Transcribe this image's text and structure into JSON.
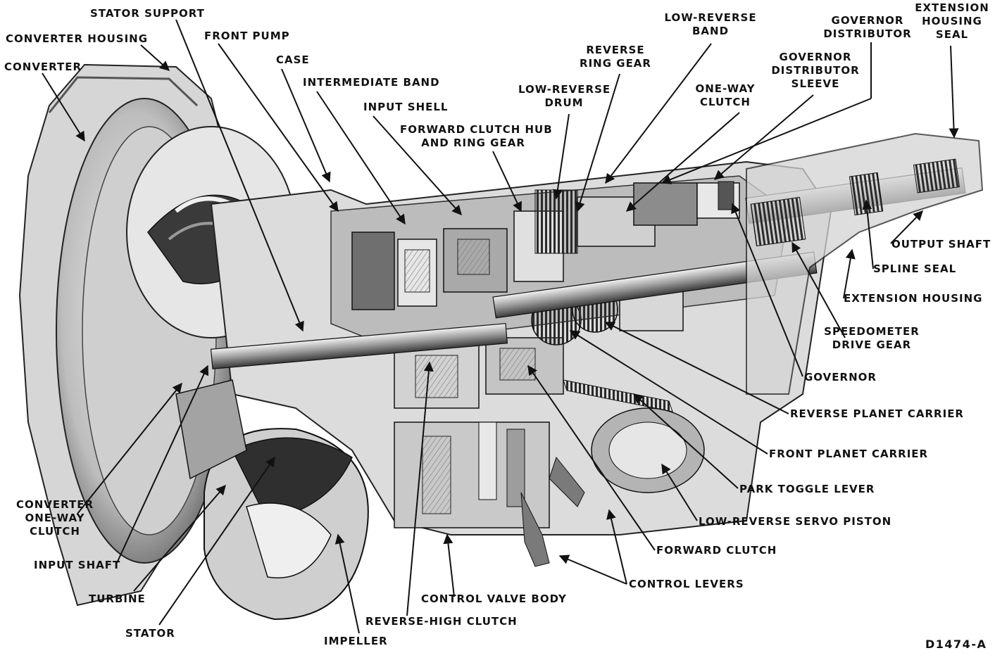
{
  "figure_code": "D1474-A",
  "colors": {
    "ink": "#111111",
    "housing": "#d8d8d8",
    "shade": "#8a8a8a",
    "dark": "#3a3a3a",
    "paper": "#ffffff"
  },
  "labels": {
    "stator_support": "STATOR SUPPORT",
    "converter_housing": "CONVERTER HOUSING",
    "front_pump": "FRONT PUMP",
    "converter": "CONVERTER",
    "case": "CASE",
    "intermediate_band": "INTERMEDIATE BAND",
    "input_shell": "INPUT SHELL",
    "forward_clutch_hub": [
      "FORWARD CLUTCH HUB",
      "AND RING GEAR"
    ],
    "low_reverse_drum": [
      "LOW-REVERSE",
      "DRUM"
    ],
    "reverse_ring_gear": [
      "REVERSE",
      "RING GEAR"
    ],
    "low_reverse_band": [
      "LOW-REVERSE",
      "BAND"
    ],
    "one_way_clutch": [
      "ONE-WAY",
      "CLUTCH"
    ],
    "governor_distributor_sleeve": [
      "GOVERNOR",
      "DISTRIBUTOR",
      "SLEEVE"
    ],
    "governor_distributor": [
      "GOVERNOR",
      "DISTRIBUTOR"
    ],
    "extension_housing_seal": [
      "EXTENSION",
      "HOUSING",
      "SEAL"
    ],
    "output_shaft": "OUTPUT SHAFT",
    "spline_seal": "SPLINE SEAL",
    "extension_housing": "EXTENSION HOUSING",
    "speedometer_drive_gear": [
      "SPEEDOMETER",
      "DRIVE GEAR"
    ],
    "governor": "GOVERNOR",
    "reverse_planet_carrier": "REVERSE PLANET CARRIER",
    "front_planet_carrier": "FRONT PLANET CARRIER",
    "park_toggle_lever": "PARK TOGGLE LEVER",
    "low_reverse_servo_piston": "LOW-REVERSE SERVO PISTON",
    "forward_clutch": "FORWARD CLUTCH",
    "control_levers": "CONTROL LEVERS",
    "control_valve_body": "CONTROL VALVE BODY",
    "reverse_high_clutch": "REVERSE-HIGH CLUTCH",
    "impeller": "IMPELLER",
    "stator": "STATOR",
    "turbine": "TURBINE",
    "input_shaft": "INPUT SHAFT",
    "converter_one_way_clutch": [
      "CONVERTER",
      "ONE-WAY",
      "CLUTCH"
    ]
  }
}
